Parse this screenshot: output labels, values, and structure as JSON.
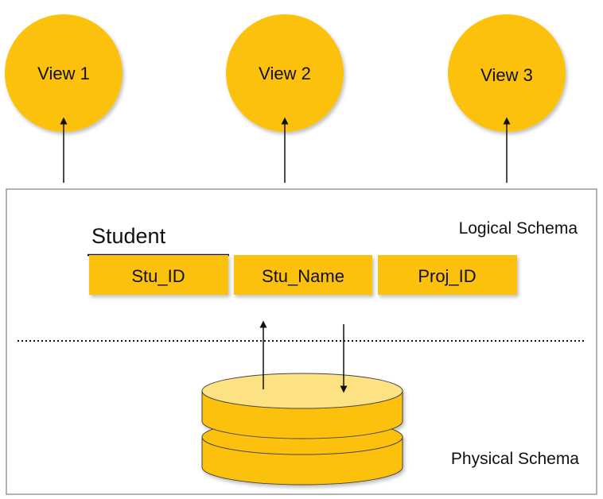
{
  "views": [
    {
      "label": "View 1"
    },
    {
      "label": "View 2"
    },
    {
      "label": "View 3"
    }
  ],
  "logical": {
    "label": "Logical Schema",
    "table": {
      "title": "Student",
      "columns": [
        "Stu_ID",
        "Stu_Name",
        "Proj_ID"
      ]
    }
  },
  "physical": {
    "label": "Physical Schema"
  },
  "colors": {
    "circle": "#fbc10b",
    "cell": "#fbc10b",
    "cylinder_side": "#fbc10b",
    "cylinder_top": "#fde283",
    "frame": "#9a9a9a",
    "line": "#111111"
  }
}
